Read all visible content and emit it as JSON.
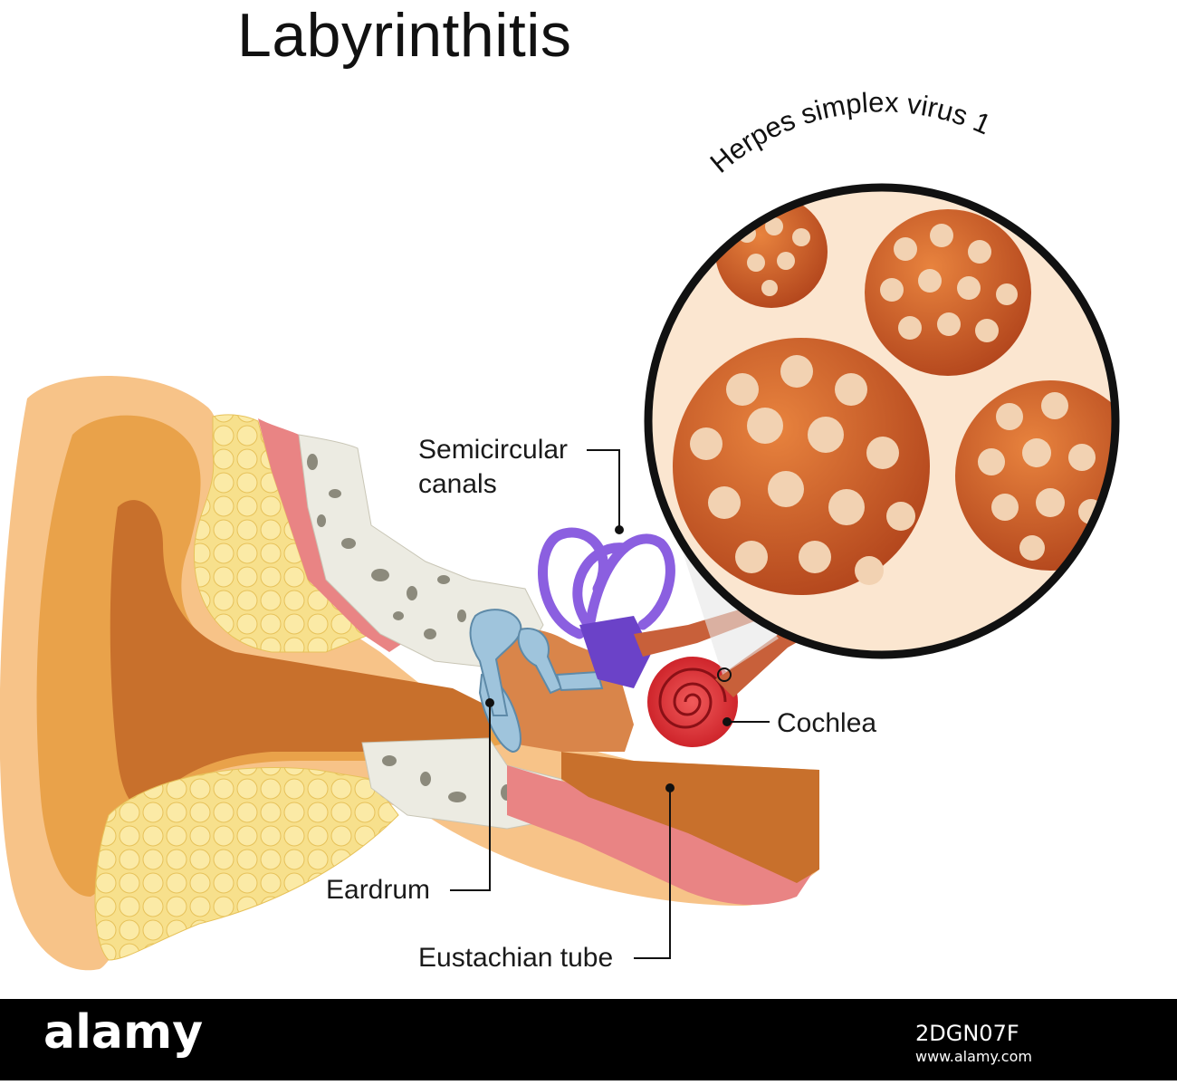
{
  "title": "Labyrinthitis",
  "magnifier_caption": "Herpes simplex virus 1",
  "labels": {
    "semicircular_line1": "Semicircular",
    "semicircular_line2": "canals",
    "cochlea": "Cochlea",
    "eardrum": "Eardrum",
    "eustachian": "Eustachian tube"
  },
  "watermark": {
    "brand": "alamy",
    "image_code": "2DGN07F",
    "site": "www.alamy.com"
  },
  "colors": {
    "skin": "#f7c388",
    "skin_dark": "#e9a24a",
    "canal": "#c8702c",
    "fat": "#f7e08c",
    "bone": "#ecebe2",
    "muscle": "#e98484",
    "semicircular": "#8b5fe0",
    "cochlea": "#e0242a",
    "ossicle": "#9fc4dc",
    "virus_shell": "#d2612c",
    "virus_spot": "#f2d2b2",
    "lens_bg": "#fbe6d0"
  }
}
